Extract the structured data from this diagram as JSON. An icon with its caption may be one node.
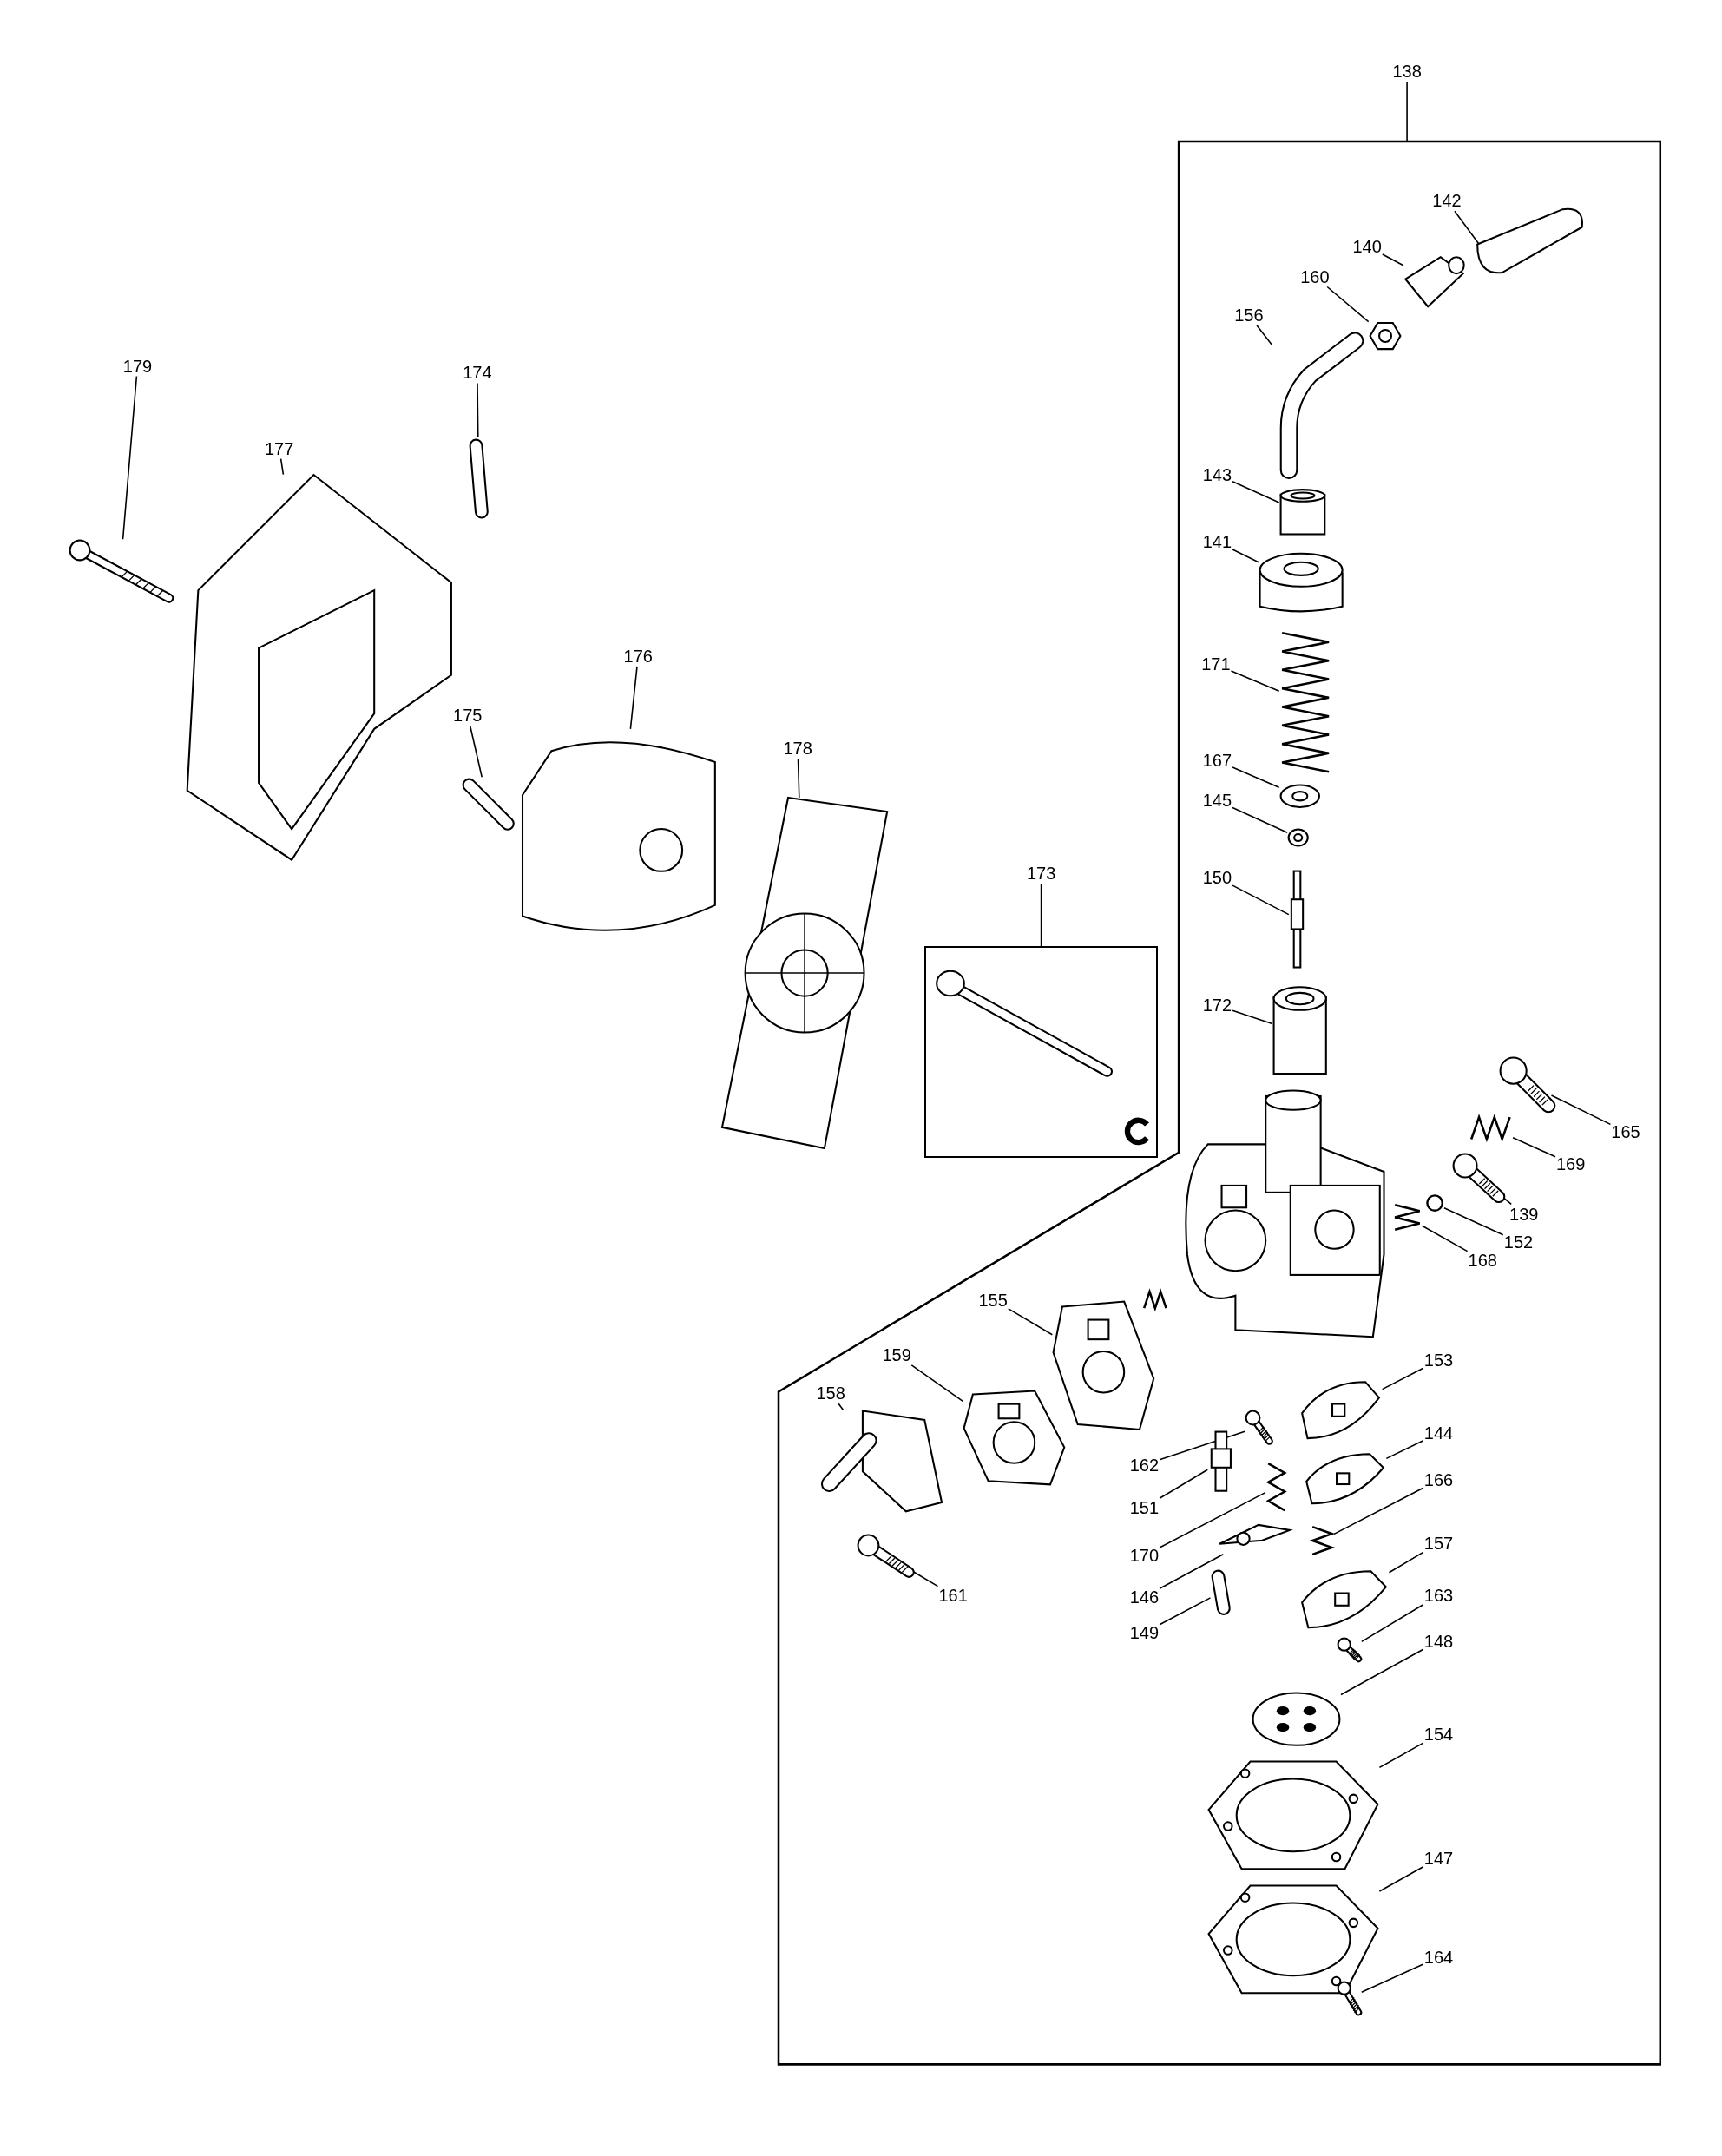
{
  "diagram": {
    "nodes": [
      {
        "text": [
          "179"
        ]
      },
      {
        "text": [],
        "shape": "picture"
      },
      {
        "text": [
          "177"
        ]
      },
      {
        "text": [],
        "shape": "picture"
      },
      {
        "text": [
          "174"
        ]
      },
      {
        "text": [],
        "shape": "picture"
      },
      {
        "text": [
          "176"
        ]
      },
      {
        "text": [],
        "shape": "picture"
      },
      {
        "text": [
          "175"
        ]
      },
      {
        "text": [],
        "shape": "picture"
      },
      {
        "text": [
          "178"
        ]
      },
      {
        "text": [],
        "shape": "picture"
      },
      {
        "text": [
          "173"
        ]
      },
      {
        "text": [],
        "shape": "box"
      },
      {
        "text": [
          "138"
        ]
      },
      {
        "text": [],
        "shape": "box"
      },
      {
        "text": [
          "142"
        ],
        "in": 15
      },
      {
        "text": [],
        "shape": "picture",
        "in": 15
      },
      {
        "text": [
          "140"
        ],
        "in": 15
      },
      {
        "text": [],
        "shape": "picture",
        "in": 15
      },
      {
        "text": [
          "160"
        ],
        "in": 15
      },
      {
        "text": [],
        "shape": "picture",
        "in": 15
      },
      {
        "text": [
          "156"
        ],
        "in": 15
      },
      {
        "text": [],
        "shape": "picture",
        "in": 15
      },
      {
        "text": [
          "143"
        ],
        "in": 15
      },
      {
        "text": [],
        "shape": "cylinder",
        "in": 15
      },
      {
        "text": [
          "141"
        ],
        "in": 15
      },
      {
        "text": [],
        "shape": "cylinder",
        "in": 15
      },
      {
        "text": [
          "171"
        ],
        "in": 15
      },
      {
        "text": [],
        "shape": "picture",
        "in": 15
      },
      {
        "text": [
          "167"
        ],
        "in": 15
      },
      {
        "text": [],
        "shape": "picture",
        "in": 15
      },
      {
        "text": [
          "145"
        ],
        "in": 15
      },
      {
        "text": [],
        "shape": "picture",
        "in": 15
      },
      {
        "text": [
          "150"
        ],
        "in": 15
      },
      {
        "text": [],
        "shape": "bar",
        "in": 15
      },
      {
        "text": [
          "172"
        ],
        "in": 15
      },
      {
        "text": [],
        "shape": "cylinder",
        "in": 15
      },
      {
        "text": [
          "165"
        ],
        "in": 15
      },
      {
        "text": [],
        "shape": "picture",
        "in": 15
      },
      {
        "text": [
          "169"
        ],
        "in": 15
      },
      {
        "text": [],
        "shape": "picture",
        "in": 15
      },
      {
        "text": [
          "139"
        ],
        "in": 15
      },
      {
        "text": [],
        "shape": "picture",
        "in": 15
      },
      {
        "text": [
          "152"
        ],
        "in": 15
      },
      {
        "text": [],
        "shape": "circle",
        "in": 15
      },
      {
        "text": [
          "168"
        ],
        "in": 15
      },
      {
        "text": [],
        "shape": "picture",
        "in": 15
      },
      {
        "text": [
          "155"
        ],
        "in": 15
      },
      {
        "text": [],
        "shape": "picture",
        "in": 15
      },
      {
        "text": [
          "159"
        ],
        "in": 15
      },
      {
        "text": [],
        "shape": "picture",
        "in": 15
      },
      {
        "text": [
          "158"
        ],
        "in": 15
      },
      {
        "text": [],
        "shape": "picture",
        "in": 15
      },
      {
        "text": [
          "162"
        ],
        "in": 15
      },
      {
        "text": [],
        "shape": "picture",
        "in": 15
      },
      {
        "text": [
          "153"
        ],
        "in": 15
      },
      {
        "text": [],
        "shape": "picture",
        "in": 15
      },
      {
        "text": [
          "151"
        ],
        "in": 15
      },
      {
        "text": [],
        "shape": "bar",
        "in": 15
      },
      {
        "text": [
          "144"
        ],
        "in": 15
      },
      {
        "text": [],
        "shape": "picture",
        "in": 15
      },
      {
        "text": [
          "166"
        ],
        "in": 15
      },
      {
        "text": [],
        "shape": "picture",
        "in": 15
      },
      {
        "text": [
          "170"
        ],
        "in": 15
      },
      {
        "text": [],
        "shape": "picture",
        "in": 15
      },
      {
        "text": [
          "146"
        ],
        "in": 15
      },
      {
        "text": [],
        "shape": "picture",
        "in": 15
      },
      {
        "text": [
          "157"
        ],
        "in": 15
      },
      {
        "text": [],
        "shape": "picture",
        "in": 15
      },
      {
        "text": [
          "149"
        ],
        "in": 15
      },
      {
        "text": [],
        "shape": "picture",
        "in": 15
      },
      {
        "text": [
          "163"
        ],
        "in": 15
      },
      {
        "text": [],
        "shape": "picture",
        "in": 15
      },
      {
        "text": [
          "148"
        ],
        "in": 15
      },
      {
        "text": [],
        "shape": "picture",
        "in": 15
      },
      {
        "text": [
          "154"
        ],
        "in": 15
      },
      {
        "text": [],
        "shape": "picture",
        "in": 15
      },
      {
        "text": [
          "161"
        ],
        "in": 15
      },
      {
        "text": [],
        "shape": "picture",
        "in": 15
      },
      {
        "text": [
          "147"
        ],
        "in": 15
      },
      {
        "text": [],
        "shape": "picture",
        "in": 15
      },
      {
        "text": [
          "164"
        ],
        "in": 15
      },
      {
        "text": [],
        "shape": "picture",
        "in": 15
      }
    ],
    "edges": [
      {
        "from": 0,
        "to": 1,
        "arrow": "none"
      },
      {
        "from": 2,
        "to": 3,
        "arrow": "none"
      },
      {
        "from": 4,
        "to": 5,
        "arrow": "none"
      },
      {
        "from": 6,
        "to": 7,
        "arrow": "none"
      },
      {
        "from": 8,
        "to": 9,
        "arrow": "none"
      },
      {
        "from": 10,
        "to": 11,
        "arrow": "none"
      },
      {
        "from": 12,
        "to": 13,
        "arrow": "none"
      },
      {
        "from": 14,
        "to": 15,
        "arrow": "none"
      },
      {
        "from": 16,
        "to": 17,
        "arrow": "none"
      },
      {
        "from": 18,
        "to": 19,
        "arrow": "none"
      },
      {
        "from": 20,
        "to": 21,
        "arrow": "none"
      },
      {
        "from": 22,
        "to": 23,
        "arrow": "none"
      },
      {
        "from": 24,
        "to": 25,
        "arrow": "none"
      },
      {
        "from": 26,
        "to": 27,
        "arrow": "none"
      },
      {
        "from": 28,
        "to": 29,
        "arrow": "none"
      },
      {
        "from": 30,
        "to": 31,
        "arrow": "none"
      },
      {
        "from": 32,
        "to": 33,
        "arrow": "none"
      },
      {
        "from": 34,
        "to": 35,
        "arrow": "none"
      },
      {
        "from": 36,
        "to": 37,
        "arrow": "none"
      },
      {
        "from": 38,
        "to": 39,
        "arrow": "none"
      },
      {
        "from": 40,
        "to": 41,
        "arrow": "none"
      },
      {
        "from": 42,
        "to": 43,
        "arrow": "none"
      },
      {
        "from": 44,
        "to": 45,
        "arrow": "none"
      },
      {
        "from": 46,
        "to": 47,
        "arrow": "none"
      },
      {
        "from": 48,
        "to": 49,
        "arrow": "none"
      },
      {
        "from": 50,
        "to": 51,
        "arrow": "none"
      },
      {
        "from": 52,
        "to": 53,
        "arrow": "none"
      },
      {
        "from": 54,
        "to": 55,
        "arrow": "none"
      },
      {
        "from": 56,
        "to": 57,
        "arrow": "none"
      },
      {
        "from": 58,
        "to": 59,
        "arrow": "none"
      },
      {
        "from": 60,
        "to": 61,
        "arrow": "none"
      },
      {
        "from": 62,
        "to": 63,
        "arrow": "none"
      },
      {
        "from": 64,
        "to": 65,
        "arrow": "none"
      },
      {
        "from": 66,
        "to": 67,
        "arrow": "none"
      },
      {
        "from": 68,
        "to": 69,
        "arrow": "none"
      },
      {
        "from": 70,
        "to": 71,
        "arrow": "none"
      },
      {
        "from": 72,
        "to": 73,
        "arrow": "none"
      },
      {
        "from": 74,
        "to": 75,
        "arrow": "none"
      },
      {
        "from": 76,
        "to": 77,
        "arrow": "none"
      },
      {
        "from": 78,
        "to": 79,
        "arrow": "none"
      },
      {
        "from": 80,
        "to": 81,
        "arrow": "none"
      },
      {
        "from": 82,
        "to": 83,
        "arrow": "none"
      }
    ]
  }
}
